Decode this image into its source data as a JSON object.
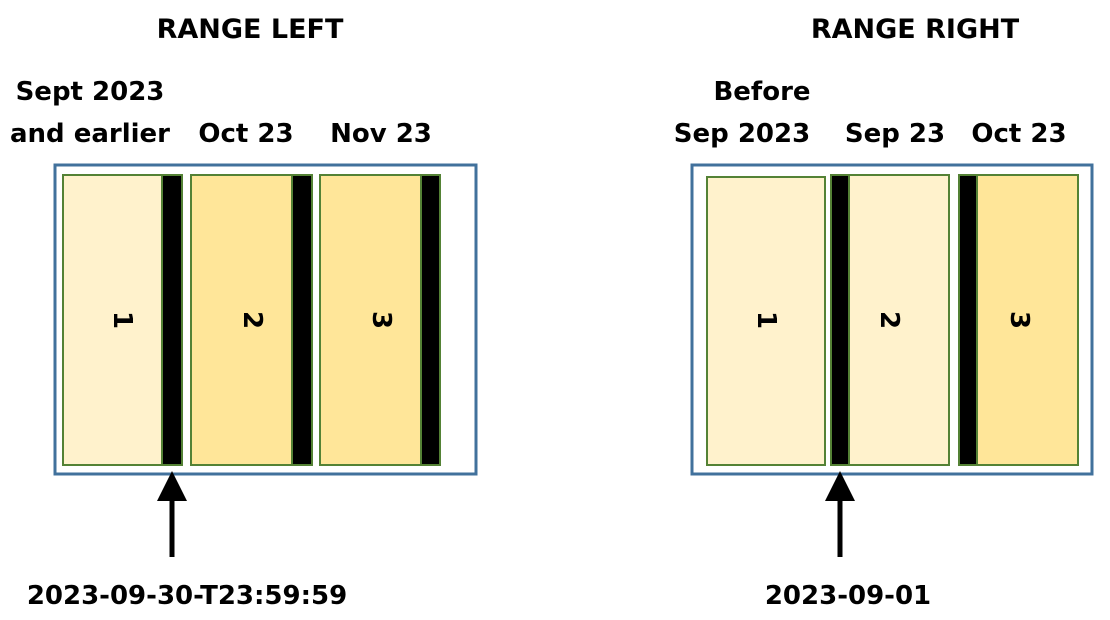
{
  "colors": {
    "frame": "#41719c",
    "light": "#fff2cc",
    "dark": "#ffe699",
    "border": "#548235"
  },
  "left": {
    "title": "RANGE LEFT",
    "labels": [
      "Sept 2023",
      "and earlier",
      "Oct 23",
      "Nov 23"
    ],
    "partitions": [
      "1",
      "2",
      "3"
    ],
    "boundary": "2023-09-30-T23:59:59"
  },
  "right": {
    "title": "RANGE RIGHT",
    "labels": [
      "Before",
      "Sep 2023",
      "Sep 23",
      "Oct 23"
    ],
    "partitions": [
      "1",
      "2",
      "3"
    ],
    "boundary": "2023-09-01"
  }
}
